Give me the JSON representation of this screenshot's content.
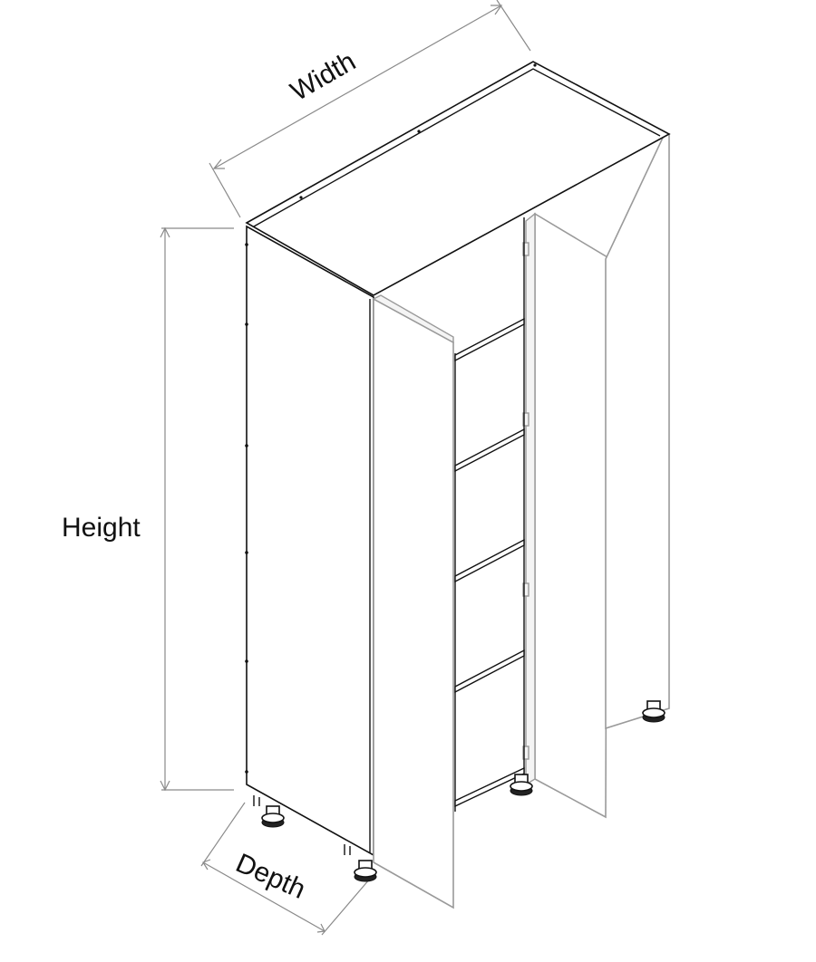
{
  "diagram": {
    "labels": {
      "width": "Width",
      "height": "Height",
      "depth": "Depth"
    },
    "colors": {
      "line": "#111111",
      "door_line": "#9a9a9a",
      "dimension_line": "#8a8a8a",
      "background": "#ffffff"
    },
    "shelf_count": 4
  }
}
